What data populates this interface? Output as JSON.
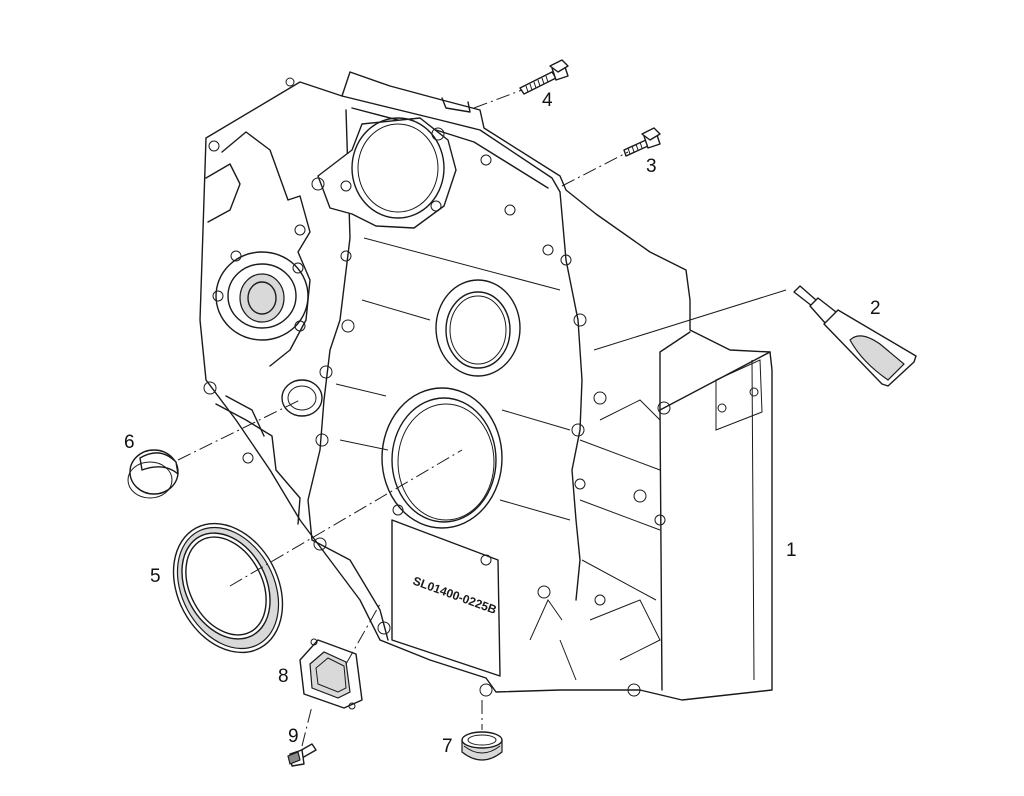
{
  "diagram": {
    "stamp_text": "SL01400-0225B",
    "parts": [
      {
        "number": "1"
      },
      {
        "number": "2"
      },
      {
        "number": "3"
      },
      {
        "number": "4"
      },
      {
        "number": "5"
      },
      {
        "number": "6"
      },
      {
        "number": "7"
      },
      {
        "number": "8"
      },
      {
        "number": "9"
      }
    ]
  }
}
